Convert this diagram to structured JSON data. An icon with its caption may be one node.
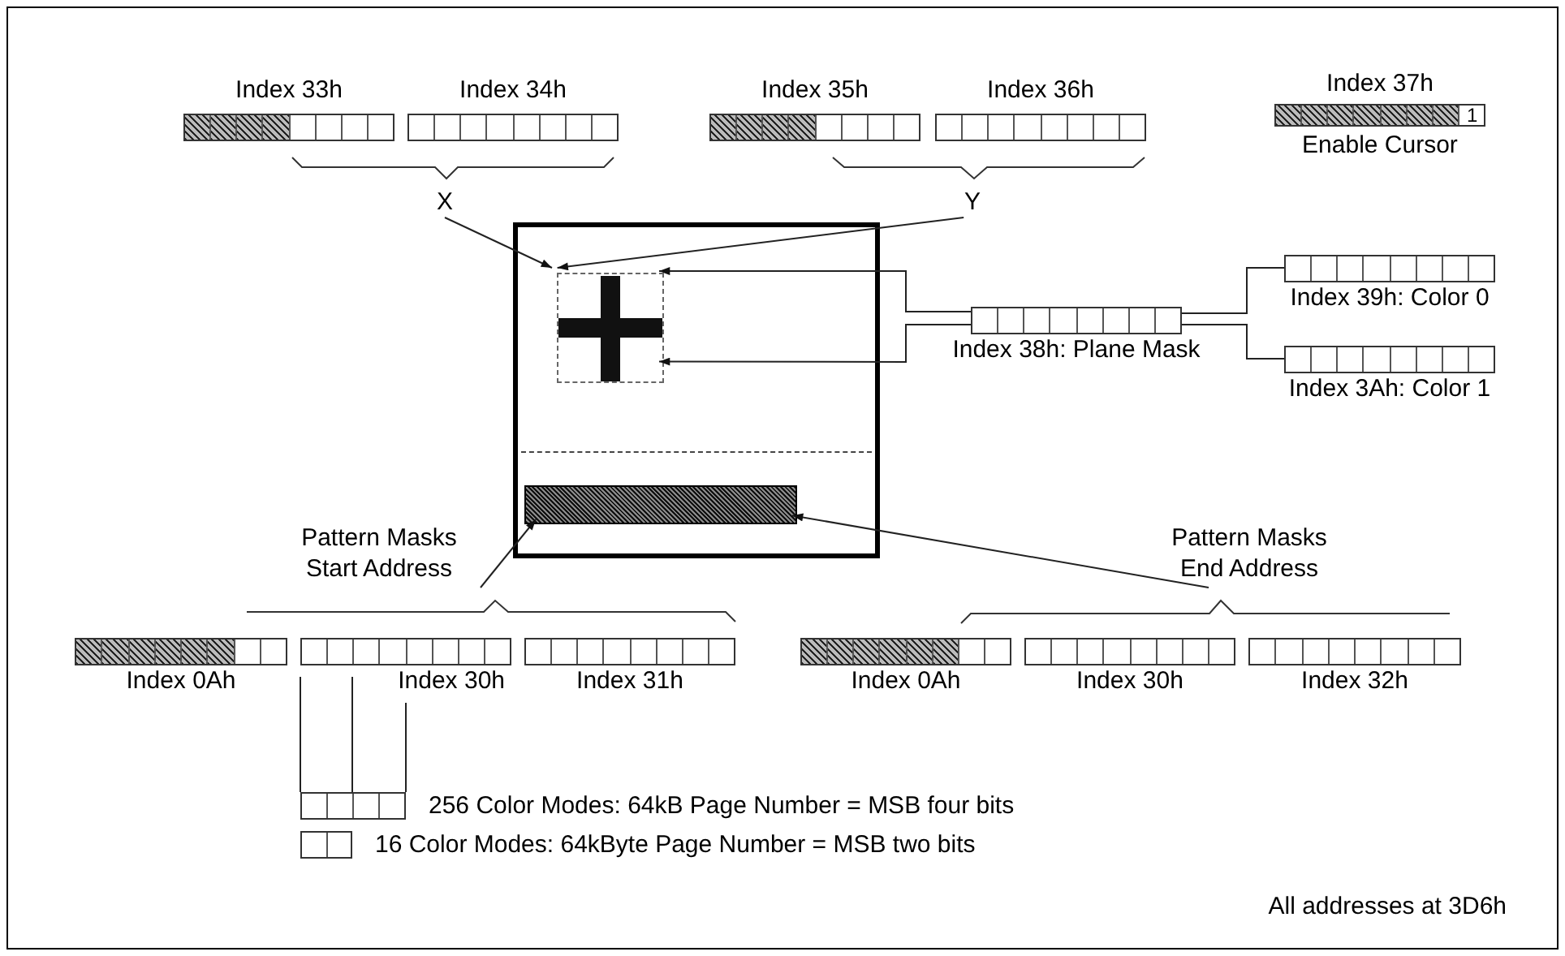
{
  "diagram": {
    "nodes": [
      {
        "text": [
          "Index 33h"
        ]
      },
      {
        "text": [
          "Index 34h"
        ]
      },
      {
        "text": [
          "Index 35h"
        ]
      },
      {
        "text": [
          "Index 36h"
        ]
      },
      {
        "text": [
          "Index 37h",
          "1",
          "Enable Cursor"
        ]
      },
      {
        "text": [
          "X"
        ]
      },
      {
        "text": [
          "Y"
        ]
      },
      {
        "text": [],
        "shape": "box"
      },
      {
        "text": [],
        "shape": "box",
        "in": 7
      },
      {
        "text": [],
        "shape": "bar",
        "in": 7
      },
      {
        "text": [
          "Index 38h: Plane Mask"
        ]
      },
      {
        "text": [
          "Index 39h: Color 0"
        ]
      },
      {
        "text": [
          "Index 3Ah: Color 1"
        ]
      },
      {
        "text": [
          "Pattern Masks Start Address"
        ]
      },
      {
        "text": [
          "Pattern Masks End Address"
        ]
      },
      {
        "text": [
          "Index 0Ah"
        ]
      },
      {
        "text": [
          "Index 30h"
        ]
      },
      {
        "text": [
          "Index 31h"
        ]
      },
      {
        "text": [
          "Index 0Ah"
        ]
      },
      {
        "text": [
          "Index 30h"
        ]
      },
      {
        "text": [
          "Index 32h"
        ]
      },
      {
        "text": [
          "256 Color Modes: 64kB Page Number = MSB four bits"
        ]
      },
      {
        "text": [
          "16 Color Modes: 64kByte Page Number = MSB two bits"
        ]
      }
    ],
    "edges": [
      {
        "from": 5,
        "to": 8,
        "arrow": "to"
      },
      {
        "from": 6,
        "to": 8,
        "arrow": "to"
      },
      {
        "from": 10,
        "to": 8,
        "arrow": "to"
      },
      {
        "from": 10,
        "to": 8,
        "arrow": "to"
      },
      {
        "from": 10,
        "to": 11,
        "arrow": "none"
      },
      {
        "from": 10,
        "to": 12,
        "arrow": "none"
      },
      {
        "from": 13,
        "to": 9,
        "arrow": "to"
      },
      {
        "from": 14,
        "to": 9,
        "arrow": "to"
      },
      {
        "from": 16,
        "to": 21,
        "arrow": "none"
      },
      {
        "from": 16,
        "to": 21,
        "arrow": "none"
      },
      {
        "from": 16,
        "to": 21,
        "arrow": "none"
      }
    ],
    "labels": [
      "All addresses at 3D6h"
    ]
  }
}
